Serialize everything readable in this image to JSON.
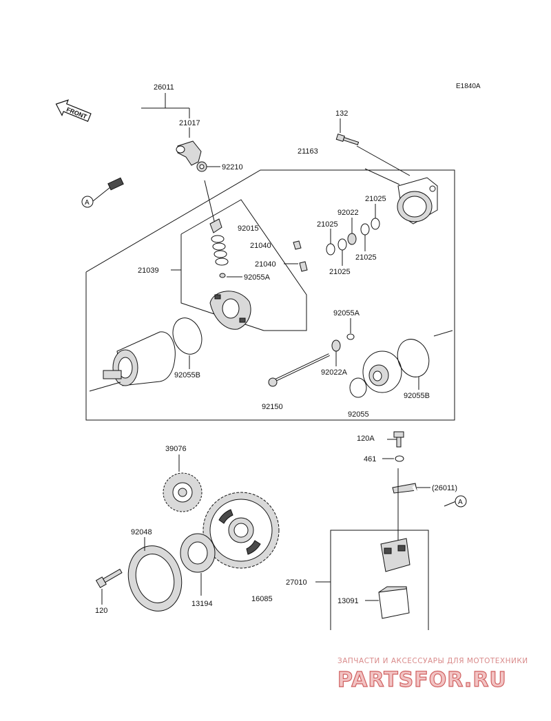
{
  "diagram_code": "E1840A",
  "front_label": "FRONT",
  "ref_a": "A",
  "parts": {
    "p26011": "26011",
    "p21017": "21017",
    "p92210": "92210",
    "p132": "132",
    "p21163": "21163",
    "p21025_a": "21025",
    "p92022": "92022",
    "p21025_b": "21025",
    "p21025_c": "21025",
    "p21025_d": "21025",
    "p92015": "92015",
    "p21040_a": "21040",
    "p21040_b": "21040",
    "p92055A_a": "92055A",
    "p21039": "21039",
    "p92055A_b": "92055A",
    "p92055B_a": "92055B",
    "p92022A": "92022A",
    "p92055B_b": "92055B",
    "p92150": "92150",
    "p92055": "92055",
    "p120A": "120A",
    "p461": "461",
    "p26011_ref": "(26011)",
    "p39076": "39076",
    "p92048": "92048",
    "p27010": "27010",
    "p13091": "13091",
    "p120": "120",
    "p13194": "13194",
    "p16085": "16085"
  },
  "watermark": {
    "tagline": "ЗАПЧАСТИ И АКСЕССУАРЫ ДЛЯ МОТОТЕХНИКИ",
    "brand": "PARTSFOR.RU"
  }
}
